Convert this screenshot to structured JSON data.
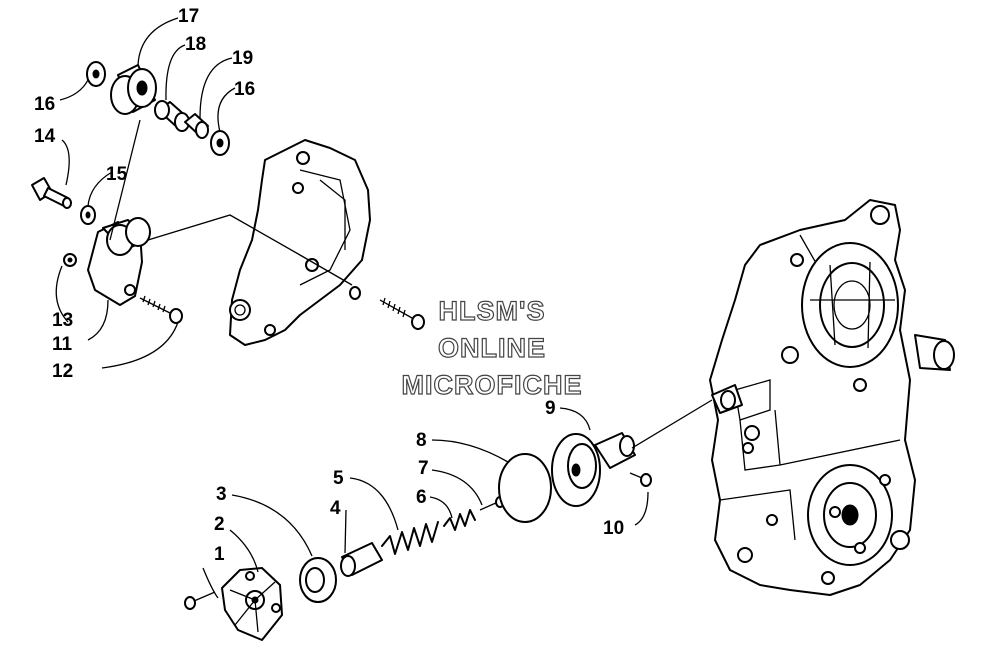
{
  "watermark": {
    "line1": "HLSM'S",
    "line2": "ONLINE",
    "line3": "MICROFICHE"
  },
  "callouts": [
    {
      "id": "c1",
      "text": "1"
    },
    {
      "id": "c2",
      "text": "2"
    },
    {
      "id": "c3",
      "text": "3"
    },
    {
      "id": "c4",
      "text": "4"
    },
    {
      "id": "c5",
      "text": "5"
    },
    {
      "id": "c6",
      "text": "6"
    },
    {
      "id": "c7",
      "text": "7"
    },
    {
      "id": "c8",
      "text": "8"
    },
    {
      "id": "c9",
      "text": "9"
    },
    {
      "id": "c10",
      "text": "10"
    },
    {
      "id": "c11",
      "text": "11"
    },
    {
      "id": "c12",
      "text": "12"
    },
    {
      "id": "c13",
      "text": "13"
    },
    {
      "id": "c14",
      "text": "14"
    },
    {
      "id": "c15",
      "text": "15"
    },
    {
      "id": "c16a",
      "text": "16"
    },
    {
      "id": "c16b",
      "text": "16"
    },
    {
      "id": "c17",
      "text": "17"
    },
    {
      "id": "c18",
      "text": "18"
    },
    {
      "id": "c19",
      "text": "19"
    }
  ]
}
